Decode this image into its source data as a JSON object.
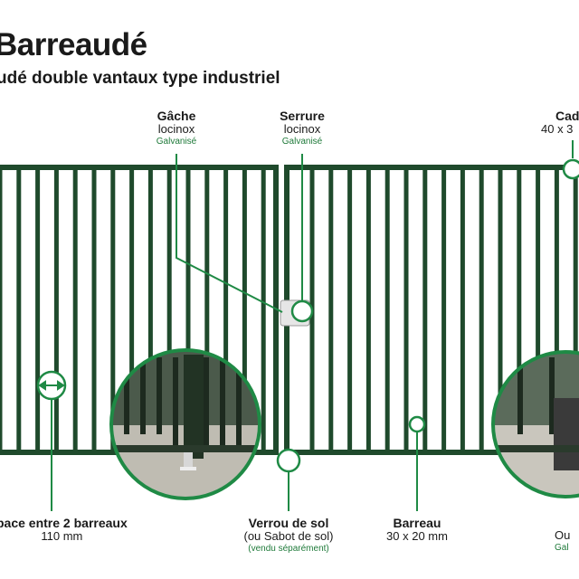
{
  "header": {
    "title": "Barreaudé",
    "subtitle": "udé double vantaux type industriel"
  },
  "colors": {
    "frame": "#1f4a2c",
    "accent": "#1f8a45",
    "text": "#1a1a1a"
  },
  "callouts": {
    "gache": {
      "name": "Gâche",
      "spec": "locinox",
      "finish": "Galvanisé"
    },
    "serrure": {
      "name": "Serrure",
      "spec": "locinox",
      "finish": "Galvanisé"
    },
    "cadre": {
      "name": "Cad",
      "spec": "40 x 3"
    },
    "espace": {
      "name": "pace entre 2 barreaux",
      "spec": "110 mm"
    },
    "verrou": {
      "name": "Verrou de sol",
      "spec": "(ou Sabot de sol)",
      "finish": "(vendu séparément)"
    },
    "barreau": {
      "name": "Barreau",
      "spec": "30 x 20 mm"
    },
    "ou": {
      "name": "Ou",
      "finish": "Gal"
    }
  }
}
